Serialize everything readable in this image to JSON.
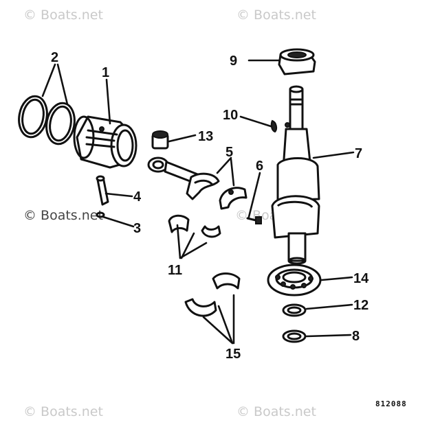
{
  "watermarks": {
    "top_left": "© Boats.net",
    "top_right": "© Boats.net",
    "middle_left": "© Boats.net",
    "middle_right": "© Boats.net",
    "bottom_left": "© Boats.net",
    "bottom_right": "© Boats.net"
  },
  "callouts": {
    "c1": "1",
    "c2": "2",
    "c3": "3",
    "c4": "4",
    "c5": "5",
    "c6": "6",
    "c7": "7",
    "c8": "8",
    "c9": "9",
    "c10": "10",
    "c11": "11",
    "c12": "12",
    "c13": "13",
    "c14": "14",
    "c15": "15"
  },
  "drawing_number": "812088"
}
